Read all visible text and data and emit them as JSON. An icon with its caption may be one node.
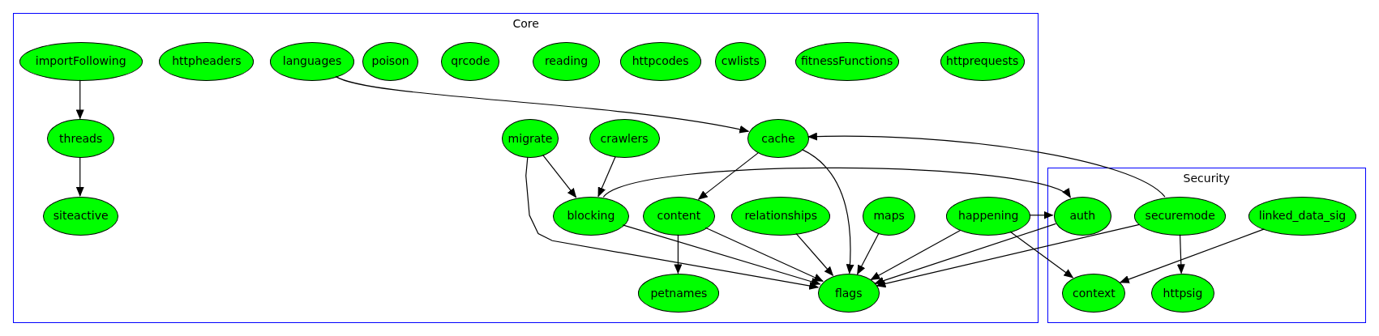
{
  "diagram": {
    "nodes": [
      {
        "text": [
          "Core"
        ]
      },
      {
        "text": [
          "importFollowing"
        ],
        "in": 0
      },
      {
        "text": [
          "httpheaders"
        ],
        "in": 0
      },
      {
        "text": [
          "languages"
        ],
        "in": 0
      },
      {
        "text": [
          "poison"
        ],
        "in": 0
      },
      {
        "text": [
          "qrcode"
        ],
        "in": 0
      },
      {
        "text": [
          "reading"
        ],
        "in": 0
      },
      {
        "text": [
          "httpcodes"
        ],
        "in": 0
      },
      {
        "text": [
          "cwlists"
        ],
        "in": 0
      },
      {
        "text": [
          "fitnessFunctions"
        ],
        "in": 0
      },
      {
        "text": [
          "httprequests"
        ],
        "in": 0
      },
      {
        "text": [
          "threads"
        ],
        "in": 0
      },
      {
        "text": [
          "migrate"
        ],
        "in": 0
      },
      {
        "text": [
          "crawlers"
        ],
        "in": 0
      },
      {
        "text": [
          "cache"
        ],
        "in": 0
      },
      {
        "text": [
          "siteactive"
        ],
        "in": 0
      },
      {
        "text": [
          "blocking"
        ],
        "in": 0
      },
      {
        "text": [
          "content"
        ],
        "in": 0
      },
      {
        "text": [
          "relationships"
        ],
        "in": 0
      },
      {
        "text": [
          "maps"
        ],
        "in": 0
      },
      {
        "text": [
          "happening"
        ],
        "in": 0
      },
      {
        "text": [
          "petnames"
        ],
        "in": 0
      },
      {
        "text": [
          "flags"
        ],
        "in": 0
      },
      {
        "text": [
          "Security"
        ]
      },
      {
        "text": [
          "auth"
        ],
        "in": 23
      },
      {
        "text": [
          "securemode"
        ],
        "in": 23
      },
      {
        "text": [
          "linked_data_sig"
        ],
        "in": 23
      },
      {
        "text": [
          "context"
        ],
        "in": 23
      },
      {
        "text": [
          "httpsig"
        ],
        "in": 23
      }
    ],
    "edges": [
      {
        "from": 1,
        "to": 11,
        "arrow": "to"
      },
      {
        "from": 11,
        "to": 15,
        "arrow": "to"
      },
      {
        "from": 3,
        "to": 14,
        "arrow": "to"
      },
      {
        "from": 12,
        "to": 16,
        "arrow": "to"
      },
      {
        "from": 13,
        "to": 16,
        "arrow": "to"
      },
      {
        "from": 12,
        "to": 22,
        "arrow": "to"
      },
      {
        "from": 14,
        "to": 17,
        "arrow": "to"
      },
      {
        "from": 14,
        "to": 22,
        "arrow": "to"
      },
      {
        "from": 16,
        "to": 24,
        "arrow": "to"
      },
      {
        "from": 25,
        "to": 14,
        "arrow": "to"
      },
      {
        "from": 16,
        "to": 22,
        "arrow": "to"
      },
      {
        "from": 17,
        "to": 21,
        "arrow": "to"
      },
      {
        "from": 17,
        "to": 22,
        "arrow": "to"
      },
      {
        "from": 18,
        "to": 22,
        "arrow": "to"
      },
      {
        "from": 19,
        "to": 22,
        "arrow": "to"
      },
      {
        "from": 20,
        "to": 22,
        "arrow": "to"
      },
      {
        "from": 20,
        "to": 24,
        "arrow": "to"
      },
      {
        "from": 20,
        "to": 27,
        "arrow": "to"
      },
      {
        "from": 24,
        "to": 22,
        "arrow": "to"
      },
      {
        "from": 25,
        "to": 22,
        "arrow": "to"
      },
      {
        "from": 25,
        "to": 28,
        "arrow": "to"
      },
      {
        "from": 26,
        "to": 27,
        "arrow": "to"
      }
    ]
  }
}
